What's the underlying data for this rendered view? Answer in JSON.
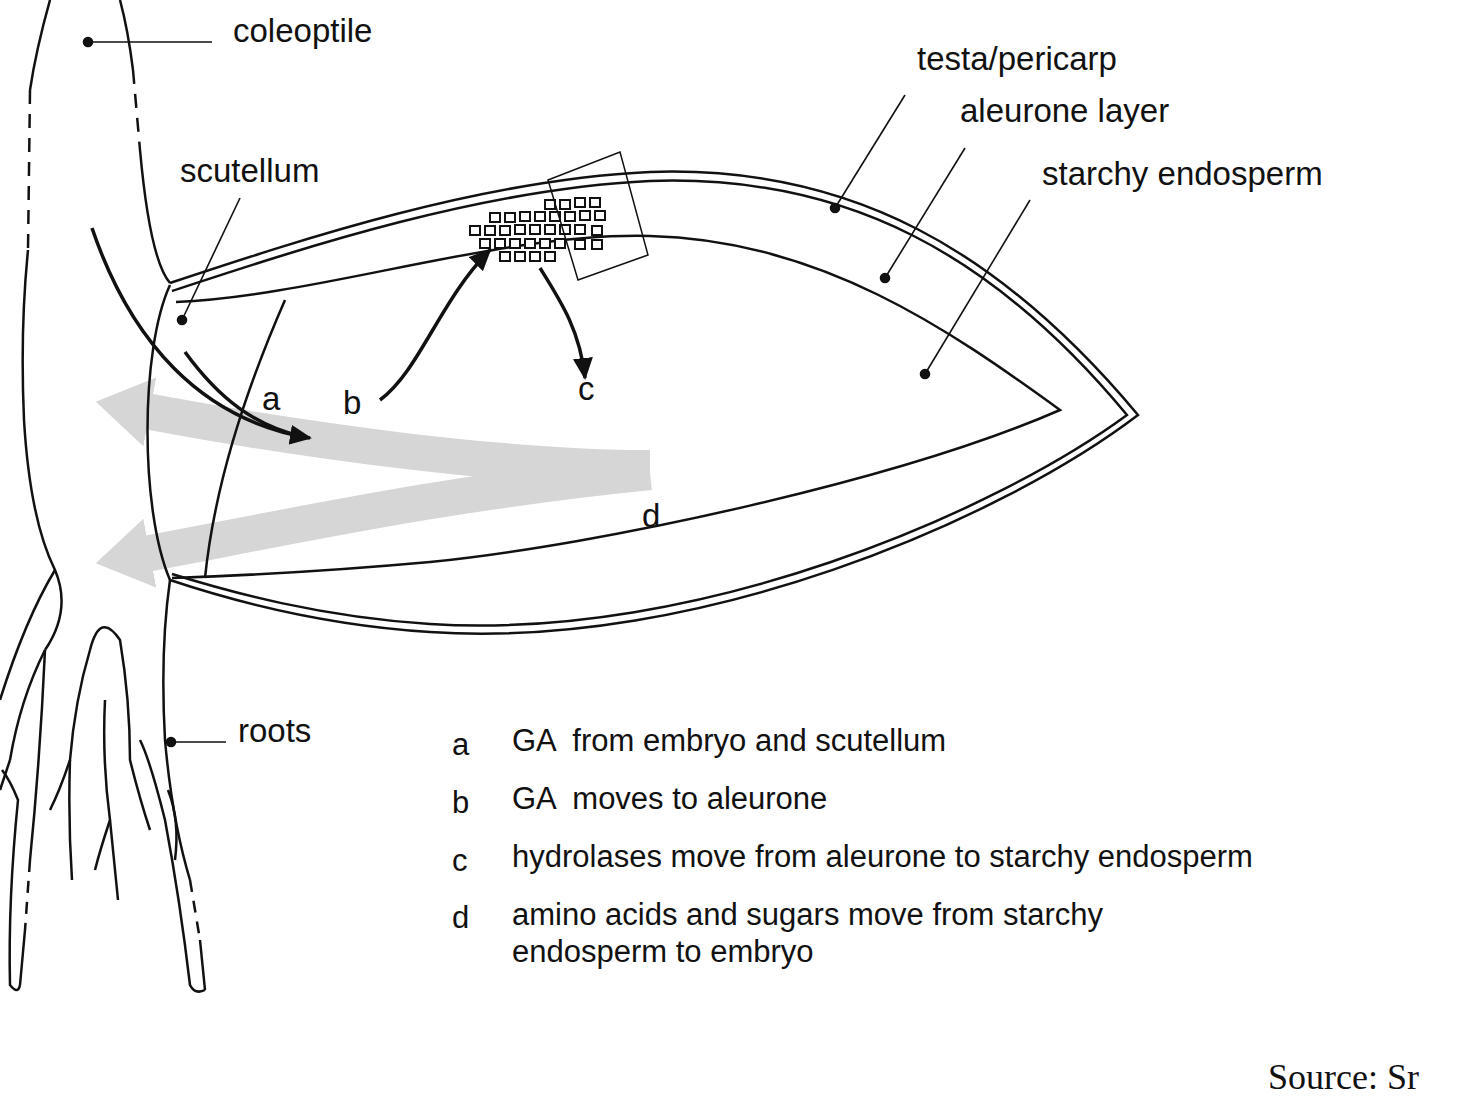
{
  "diagram": {
    "labels": [
      "coleoptile",
      "testa/pericarp",
      "aleurone layer",
      "scutellum",
      "starchy endosperm",
      "a",
      "b",
      "c",
      "d",
      "roots",
      "a",
      "GA  from embryo and scutellum",
      "b",
      "GA  moves to aleurone",
      "c",
      "hydrolases move from aleurone to starchy endosperm",
      "d",
      "amino acids and sugars move from starchy endosperm to embryo",
      "Source: Sr"
    ]
  }
}
